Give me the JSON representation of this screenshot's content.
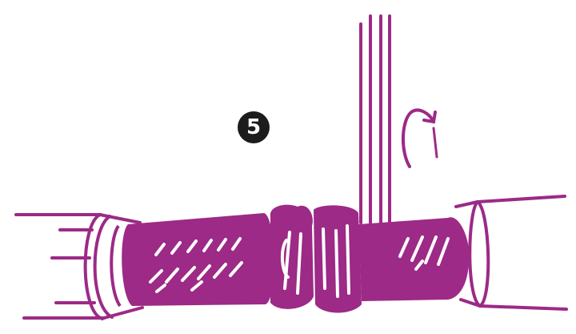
{
  "step": {
    "number": "5"
  },
  "colors": {
    "ink": "#9c2a86",
    "badge": "#1c1c1c",
    "paper": "#ffffff"
  },
  "icons": {
    "tightening": "rotation-arrow-icon",
    "hose": "vertical-pipe-lines",
    "fitting": "threaded-coupling"
  }
}
